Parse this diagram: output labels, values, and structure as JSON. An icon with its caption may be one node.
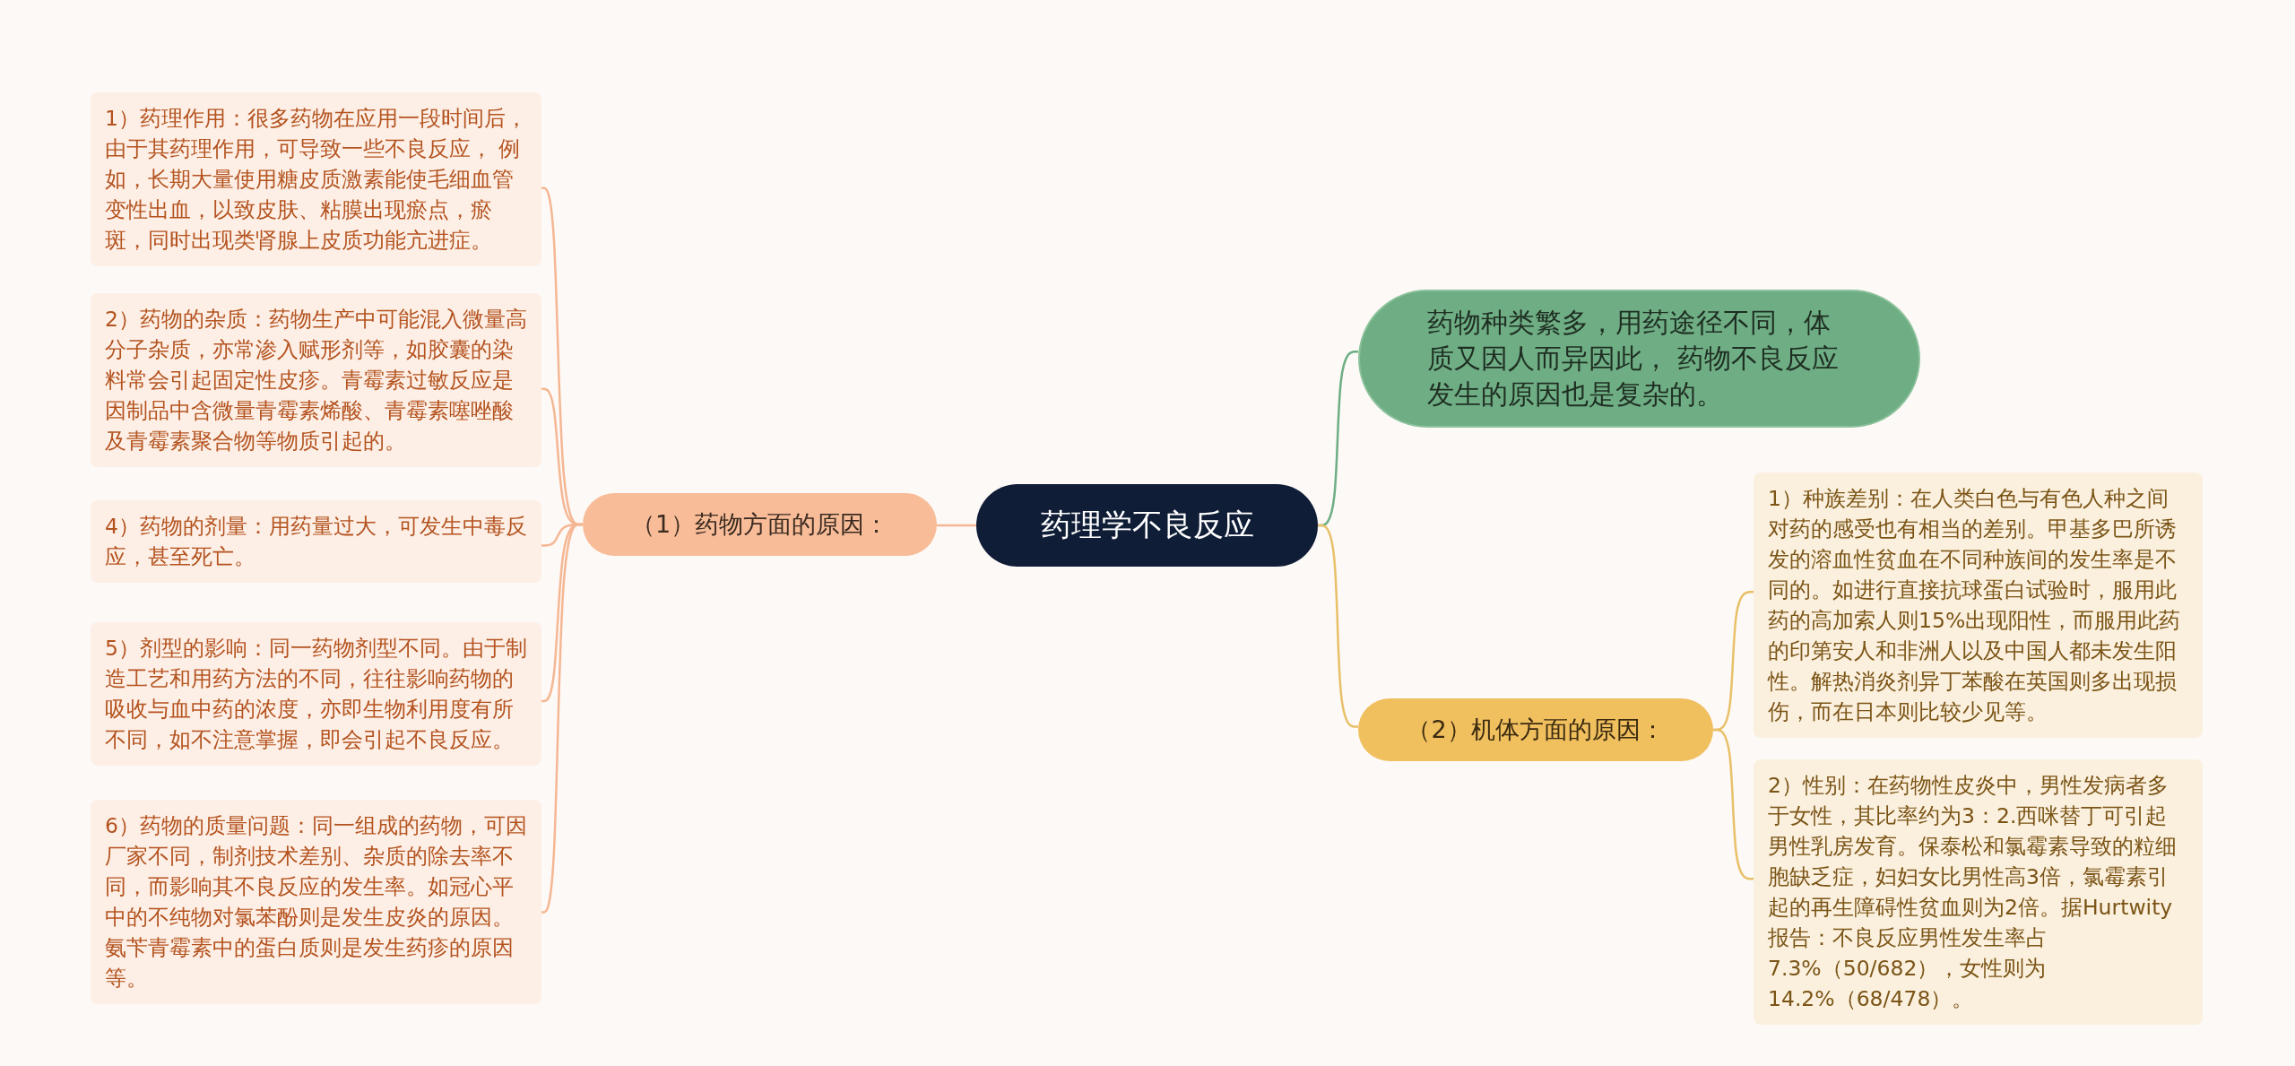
{
  "diagram": {
    "nodes": [
      {
        "text": [
          "药理学不良反应"
        ]
      },
      {
        "text": [
          "（1）药物方面的原因："
        ]
      },
      {
        "text": [
          "1）药理作用：很多药物在应用一段时间后，由于其药理作用，可导致一些不良反应， 例如，长期大量使用糖皮质激素能使毛细血管变性出血，以致皮肤、粘膜出现瘀点，瘀斑，同时出现类肾腺上皮质功能亢进症。"
        ]
      },
      {
        "text": [
          "2）药物的杂质：药物生产中可能混入微量高分子杂质，亦常渗入赋形剂等，如胶囊的染料常会引起固定性皮疹。青霉素过敏反应是因制品中含微量青霉素烯酸、青霉素噻唑酸及青霉素聚合物等物质引起的。"
        ]
      },
      {
        "text": [
          "4）药物的剂量：用药量过大，可发生中毒反应，甚至死亡。"
        ]
      },
      {
        "text": [
          "5）剂型的影响：同一药物剂型不同。由于制造工艺和用药方法的不同，往往影响药物的吸收与血中药的浓度，亦即生物利用度有所不同，如不注意掌握，即会引起不良反应。"
        ]
      },
      {
        "text": [
          "6）药物的质量问题：同一组成的药物，可因厂家不同，制剂技术差别、杂质的除去率不同，而影响其不良反应的发生率。如冠心平中的不纯物对氯苯酚则是发生皮炎的原因。氨苄青霉素中的蛋白质则是发生药疹的原因等。"
        ]
      },
      {
        "text": [
          "药物种类繁多，用药途径不同，体质又因人而异因此， 药物不良反应发生的原因也是复杂的。"
        ]
      },
      {
        "text": [
          "（2）机体方面的原因："
        ]
      },
      {
        "text": [
          "1）种族差别：在人类白色与有色人种之间对药的感受也有相当的差别。甲基多巴所诱发的溶血性贫血在不同种族间的发生率是不同的。如进行直接抗球蛋白试验时，服用此药的高加索人则15%出现阳性，而服用此药的印第安人和非洲人以及中国人都未发生阳性。解热消炎剂异丁苯酸在英国则多出现损伤，而在日本则比较少见等。"
        ]
      },
      {
        "text": [
          "2）性别：在药物性皮炎中，男性发病者多于女性，其比率约为3：2.西咪替丁可引起男性乳房发育。保泰松和氯霉素导致的粒细胞缺乏症，妇妇女比男性高3倍，氯霉素引起的再生障碍性贫血则为2倍。据Hurtwity报告：不良反应男性发生率占7.3%（50/682），女性则为14.2%（68/478）。"
        ]
      }
    ],
    "edges": [
      {
        "from": 0,
        "to": 1,
        "arrow": "none"
      },
      {
        "from": 1,
        "to": 2,
        "arrow": "none"
      },
      {
        "from": 1,
        "to": 3,
        "arrow": "none"
      },
      {
        "from": 1,
        "to": 4,
        "arrow": "none"
      },
      {
        "from": 1,
        "to": 5,
        "arrow": "none"
      },
      {
        "from": 1,
        "to": 6,
        "arrow": "none"
      },
      {
        "from": 0,
        "to": 7,
        "arrow": "none",
        "color": "#6dae84"
      },
      {
        "from": 0,
        "to": 8,
        "arrow": "none",
        "color": "#e8c068"
      },
      {
        "from": 8,
        "to": 9,
        "arrow": "none",
        "color": "#e8c068"
      },
      {
        "from": 8,
        "to": 10,
        "arrow": "none",
        "color": "#e8c068"
      }
    ]
  }
}
